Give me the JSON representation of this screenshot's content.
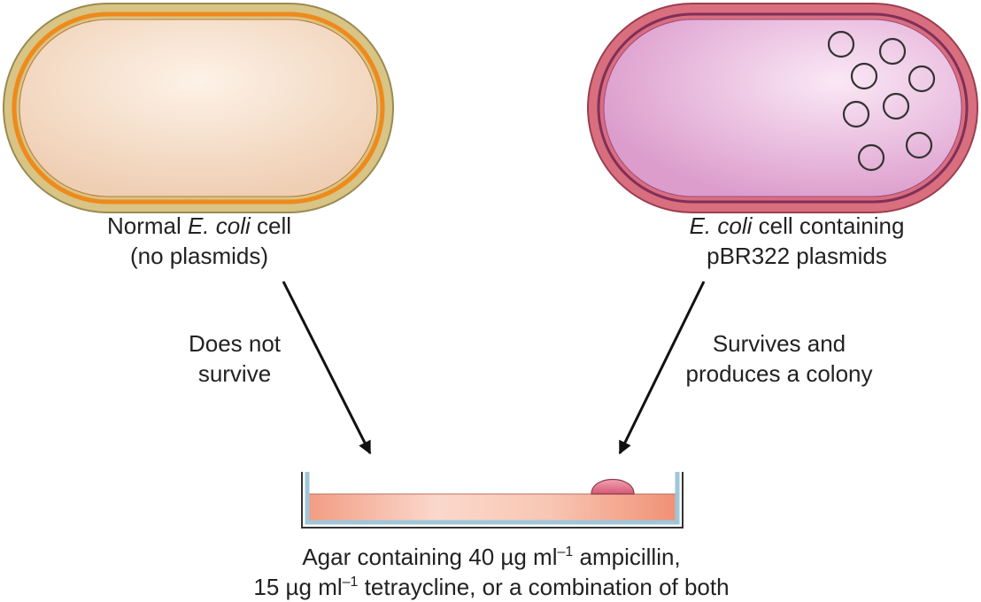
{
  "left_cell": {
    "line1": {
      "pre": "Normal ",
      "italic": "E. coli",
      "post": " cell"
    },
    "line2": "(no plasmids)"
  },
  "right_cell": {
    "line1": {
      "pre": "",
      "italic": "E. coli",
      "post": " cell containing"
    },
    "line2": "pBR322 plasmids"
  },
  "left_outcome": {
    "line1": "Does not",
    "line2": "survive"
  },
  "right_outcome": {
    "line1": "Survives and",
    "line2": "produces a colony"
  },
  "agar": {
    "line1_pre": "Agar containing 40 µg ml",
    "line1_sup": "–1",
    "line1_post": " ampicillin,",
    "line2_pre": "15 µg ml",
    "line2_sup": "–1",
    "line2_post": " tetraycline, or a combination of both"
  },
  "colors": {
    "left_cell_wall": "#d7c27e",
    "left_cell_membrane": "#ee8a1c",
    "left_cell_cytoplasm": "#f6dfca",
    "right_cell_wall": "#d76a7a",
    "right_cell_membrane": "#7f2f5a",
    "right_cell_cytoplasm": "#eab8dd",
    "plasmid": "#333333",
    "agar": "#f0a48a",
    "colony": "#e07488",
    "dish": "#333333",
    "arrow": "#111111"
  }
}
